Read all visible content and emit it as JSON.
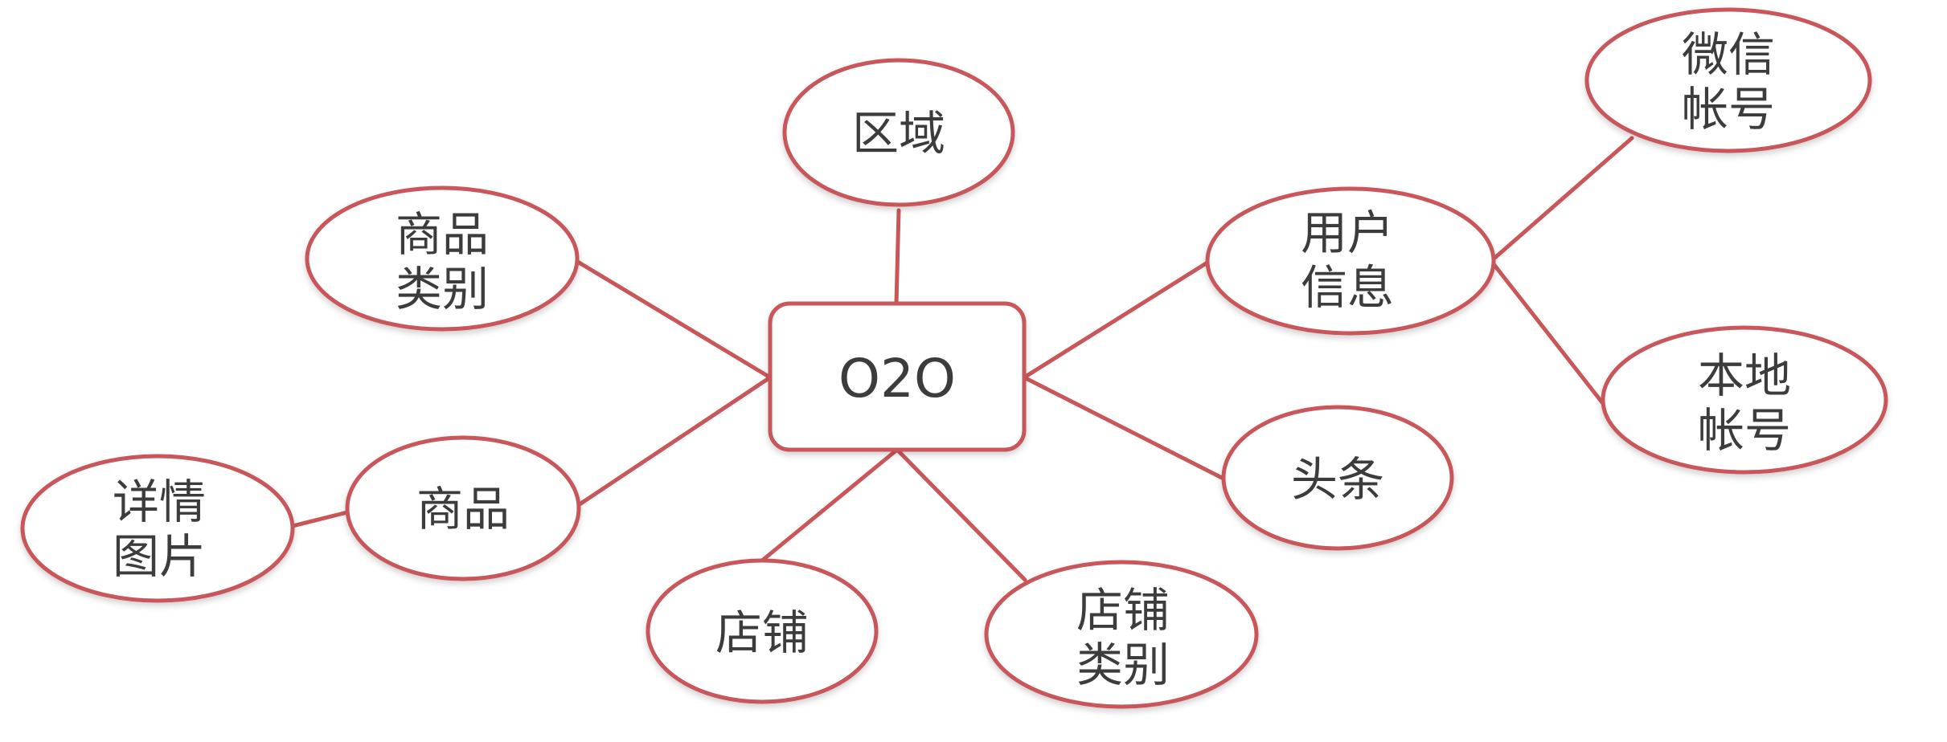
{
  "diagram": {
    "colors": {
      "stroke": "#c9575a",
      "text": "#3c3c3c",
      "background": "#ffffff"
    },
    "center": {
      "label": "O2O"
    },
    "nodes": {
      "region": {
        "lines": [
          "区域"
        ]
      },
      "product_category": {
        "lines": [
          "商品",
          "类别"
        ]
      },
      "product": {
        "lines": [
          "商品"
        ]
      },
      "detail_image": {
        "lines": [
          "详情",
          "图片"
        ]
      },
      "shop": {
        "lines": [
          "店铺"
        ]
      },
      "shop_category": {
        "lines": [
          "店铺",
          "类别"
        ]
      },
      "user_info": {
        "lines": [
          "用户",
          "信息"
        ]
      },
      "wechat_account": {
        "lines": [
          "微信",
          "帐号"
        ]
      },
      "local_account": {
        "lines": [
          "本地",
          "帐号"
        ]
      },
      "headline": {
        "lines": [
          "头条"
        ]
      }
    },
    "edges": [
      [
        "center",
        "region"
      ],
      [
        "center",
        "product_category"
      ],
      [
        "center",
        "product"
      ],
      [
        "product",
        "detail_image"
      ],
      [
        "center",
        "shop"
      ],
      [
        "center",
        "shop_category"
      ],
      [
        "center",
        "user_info"
      ],
      [
        "user_info",
        "wechat_account"
      ],
      [
        "user_info",
        "local_account"
      ],
      [
        "center",
        "headline"
      ]
    ]
  }
}
